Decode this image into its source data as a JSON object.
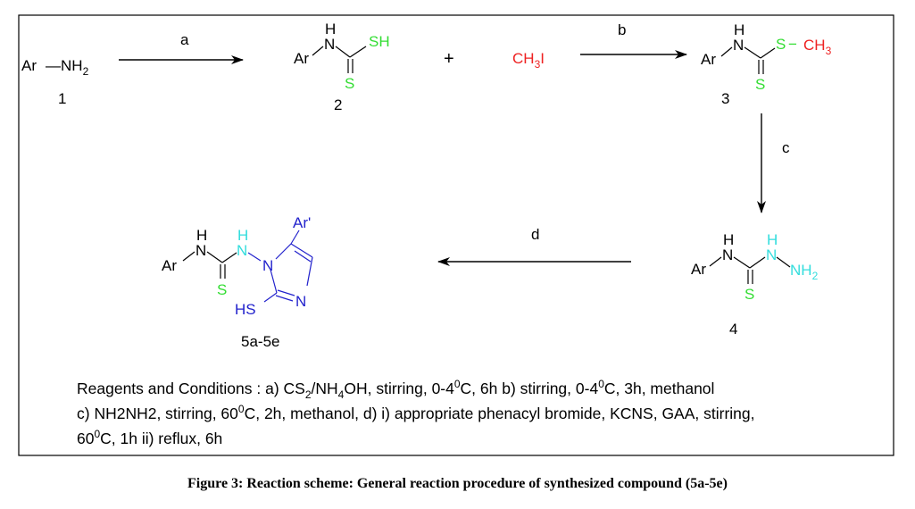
{
  "colors": {
    "frame": "#000000",
    "text": "#000000",
    "sulfur": "#33dd33",
    "methyl_iodide": "#ee2222",
    "hydrazine_n": "#33dddd",
    "ring": "#2222cc"
  },
  "compound_1": {
    "ar": "Ar",
    "bond": "—",
    "nh2": "NH",
    "nh2_sub": "2",
    "number": "1"
  },
  "compound_2": {
    "ar": "Ar",
    "n": "N",
    "h": "H",
    "sh": "SH",
    "s": "S",
    "number": "2"
  },
  "plus_sign": "+",
  "reagent_ch3i": {
    "ch": "CH",
    "sub": "3",
    "i": "I"
  },
  "compound_3": {
    "ar": "Ar",
    "n": "N",
    "h": "H",
    "s_link": "S",
    "dash": "−",
    "ch3": "CH",
    "ch3_sub": "3",
    "s": "S",
    "number": "3"
  },
  "compound_4": {
    "ar": "Ar",
    "n": "N",
    "h": "H",
    "s": "S",
    "n2": "N",
    "h2": "H",
    "nh2": "NH",
    "nh2_sub": "2",
    "number": "4"
  },
  "compound_5": {
    "ar": "Ar",
    "n": "N",
    "h": "H",
    "s": "S",
    "n_link": "N",
    "h_link": "H",
    "ring_n1": "N",
    "ring_n3": "N",
    "ar_prime": "Ar'",
    "hs": "HS",
    "number": "5a-5e"
  },
  "steps": {
    "a": "a",
    "b": "b",
    "c": "c",
    "d": "d"
  },
  "conditions": {
    "line1": {
      "pre": "Reagents and Conditions : a) CS",
      "sub1": "2",
      "mid1": "/NH",
      "sub2": "4",
      "mid2": "OH, stirring, 0-4",
      "sup1": "0",
      "mid3": "C, 6h b) stirring, 0-4",
      "sup2": "0",
      "end": "C, 3h, methanol"
    },
    "line2": {
      "pre": "c) NH2NH2, stirring, 60",
      "sup": "0",
      "end": "C, 2h, methanol, d) i) appropriate phenacyl bromide, KCNS, GAA, stirring,"
    },
    "line3": {
      "pre": "60",
      "sup": "0",
      "end": "C, 1h ii) reflux, 6h"
    }
  },
  "caption": "Figure 3: Reaction scheme: General reaction procedure of synthesized compound (5a-5e)"
}
